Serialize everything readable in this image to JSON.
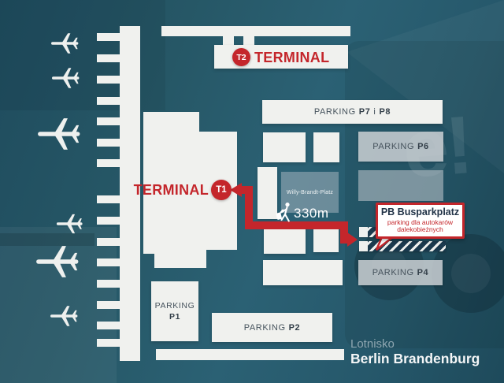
{
  "airport": {
    "subtitle": "Lotnisko",
    "title": "Berlin Brandenburg"
  },
  "terminals": {
    "t1": {
      "badge": "T1",
      "label": "TERMINAL"
    },
    "t2": {
      "badge": "T2",
      "label": "TERMINAL"
    }
  },
  "route": {
    "distance": "330m",
    "color": "#c4262b"
  },
  "places": {
    "square": "Willy-Brandt-Platz"
  },
  "callout": {
    "title": "PB Busparkplatz",
    "line1": "parking dla autokarów",
    "line2": "dalekobieżnych"
  },
  "parkings": {
    "p78": {
      "word": "PARKING",
      "p7": "P7",
      "conj": "i",
      "p8": "P8"
    },
    "p6": {
      "word": "PARKING",
      "code": "P6"
    },
    "p4": {
      "word": "PARKING",
      "code": "P4"
    },
    "p2": {
      "word": "PARKING",
      "code": "P2"
    },
    "p1": {
      "word": "PARKING",
      "code": "P1"
    }
  },
  "background": {
    "photo_text": "e!"
  },
  "colors": {
    "background": "#275a6c",
    "panel_white": "#f0f1ee",
    "panel_gray": "#cbd0d3",
    "accent_red": "#c4262b",
    "dark_text": "#3f4d57"
  }
}
